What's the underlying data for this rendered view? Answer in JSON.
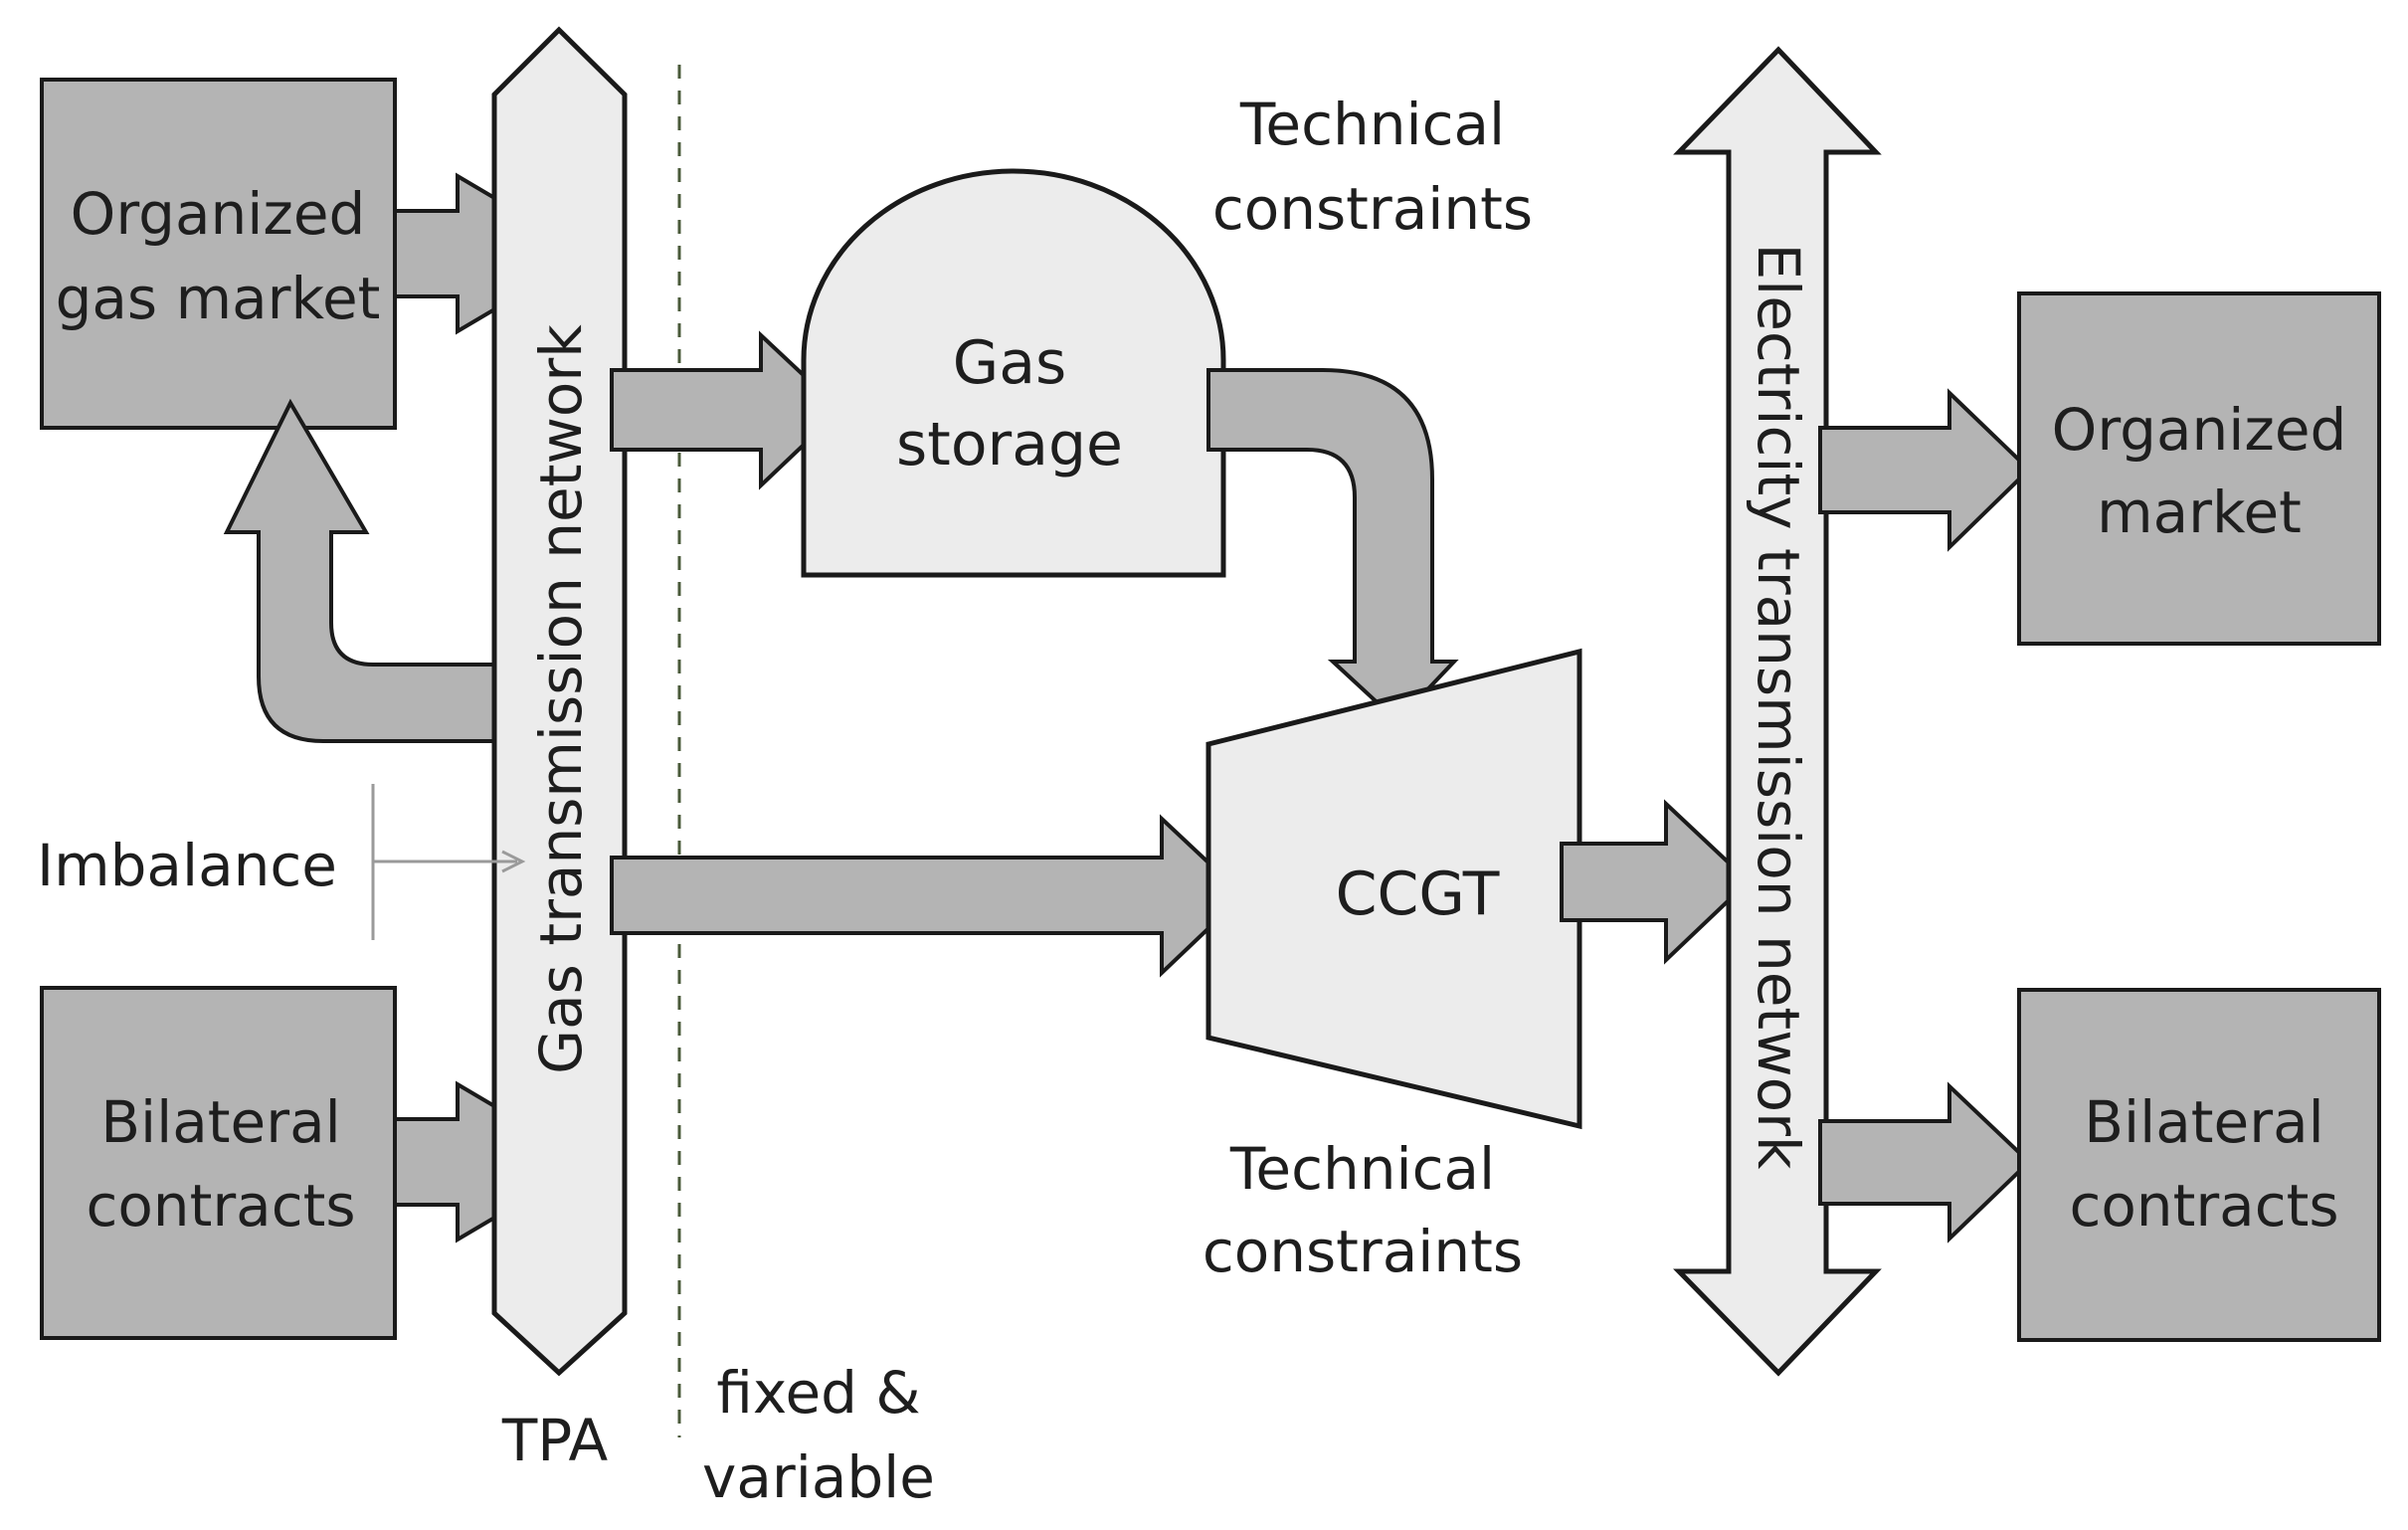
{
  "labels": {
    "gas_market": [
      "Organized",
      "gas market"
    ],
    "gas_bilateral": [
      "Bilateral",
      "contracts"
    ],
    "imbalance": "Imbalance",
    "gas_network": "Gas transmission network",
    "tpa": "TPA",
    "fixed_variable": [
      "fixed &",
      "variable"
    ],
    "gas_storage": [
      "Gas",
      "storage"
    ],
    "ccgt": "CCGT",
    "constraints_top": [
      "Technical",
      "constraints"
    ],
    "constraints_bottom": [
      "Technical",
      "constraints"
    ],
    "electricity_network": "Electricity transmission network",
    "el_market": [
      "Organized",
      "market"
    ],
    "el_bilateral": [
      "Bilateral",
      "contracts"
    ]
  }
}
